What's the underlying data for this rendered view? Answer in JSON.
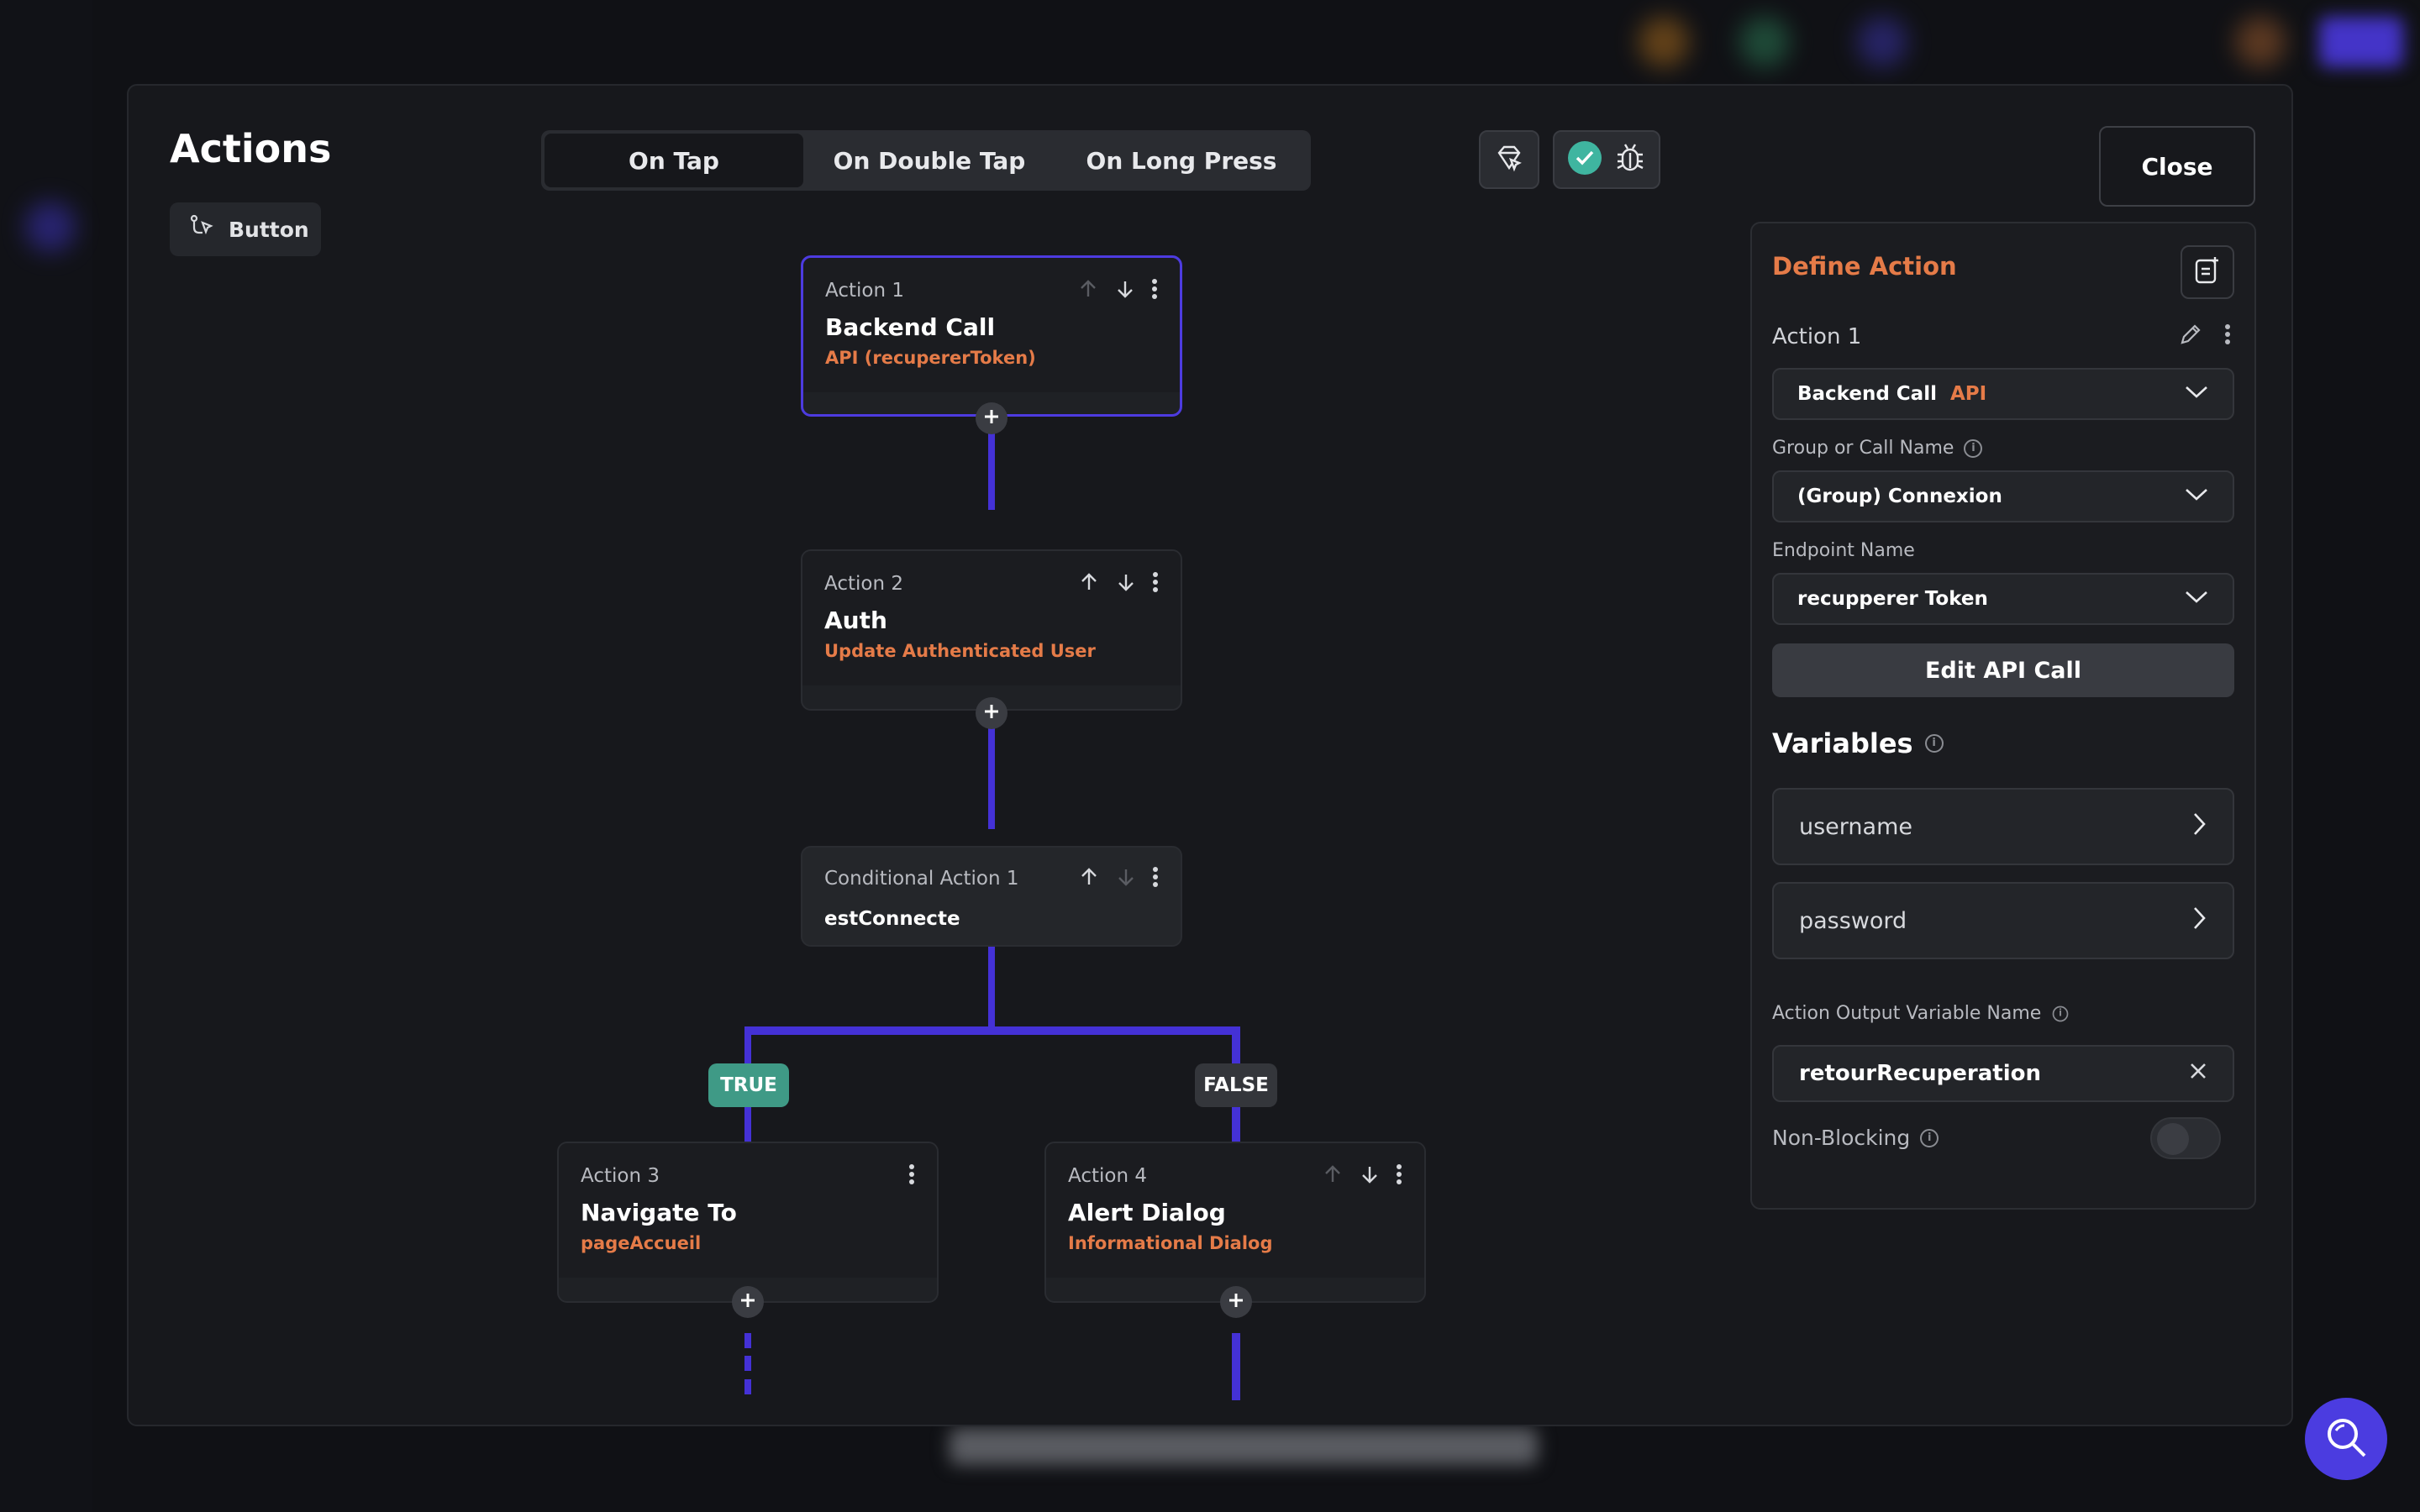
{
  "modal": {
    "title": "Actions",
    "widget_chip": "Button",
    "close_label": "Close"
  },
  "tabs": [
    {
      "label": "On Tap",
      "active": true
    },
    {
      "label": "On Double Tap",
      "active": false
    },
    {
      "label": "On Long Press",
      "active": false
    }
  ],
  "flow": {
    "action1": {
      "label": "Action 1",
      "name": "Backend Call",
      "sub": "API (recupererToken)"
    },
    "action2": {
      "label": "Action 2",
      "name": "Auth",
      "sub": "Update Authenticated User"
    },
    "conditional": {
      "label": "Conditional Action 1",
      "name": "estConnecte"
    },
    "true_label": "TRUE",
    "false_label": "FALSE",
    "action3": {
      "label": "Action 3",
      "name": "Navigate To",
      "sub": "pageAccueil"
    },
    "action4": {
      "label": "Action 4",
      "name": "Alert Dialog",
      "sub": "Informational Dialog"
    }
  },
  "panel": {
    "title": "Define Action",
    "action_name": "Action 1",
    "action_type": "Backend Call",
    "action_type_tag": "API",
    "group_label": "Group or Call Name",
    "group_value": "(Group) Connexion",
    "endpoint_label": "Endpoint Name",
    "endpoint_value": "recupperer Token",
    "edit_button": "Edit API Call",
    "variables_title": "Variables",
    "variables": [
      "username",
      "password"
    ],
    "output_label": "Action Output Variable Name",
    "output_value": "retourRecuperation",
    "nonblocking_label": "Non-Blocking",
    "nonblocking_on": false
  },
  "colors": {
    "accent": "#4d3be0",
    "orange": "#e57b48",
    "true_green": "#3f9a86",
    "false_gray": "#34363b"
  }
}
